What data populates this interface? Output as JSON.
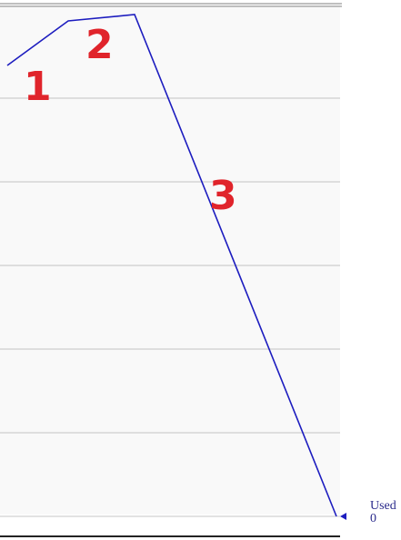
{
  "chart_data": {
    "type": "line",
    "x": [
      0,
      1,
      2,
      3
    ],
    "values": [
      100,
      106,
      107,
      0
    ],
    "ylim": [
      0,
      110
    ],
    "grid": true,
    "series_color": "#1d1dbf",
    "annotation_color": "#e0242b",
    "annotations": [
      "1",
      "2",
      "3"
    ],
    "current_marker": {
      "label": "Used",
      "value": "0"
    }
  }
}
